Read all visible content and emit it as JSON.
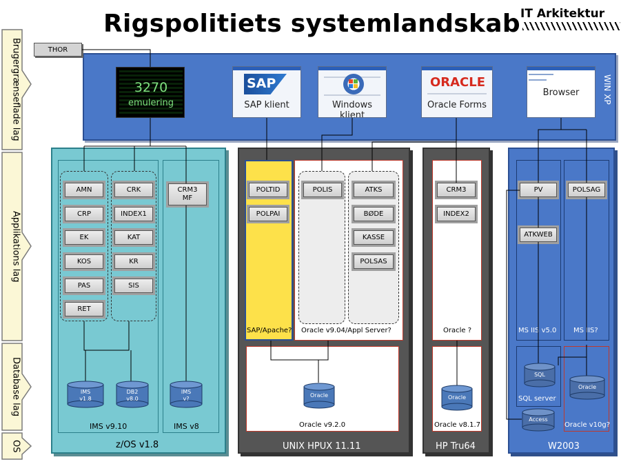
{
  "title": "Rigspolitiets systemlandskab",
  "badge": "IT Arkitektur",
  "layers": [
    "Brugergrænseflade lag",
    "Applikations lag",
    "Database lag",
    "OS"
  ],
  "thor": "THOR",
  "client_band_label": "WIN XP",
  "clients": [
    {
      "label": "3270",
      "sublabel": "emulering"
    },
    {
      "label": "SAP klient",
      "logo": "SAP"
    },
    {
      "label": "Windows klient"
    },
    {
      "label": "Oracle Forms",
      "logo": "ORACLE"
    },
    {
      "label": "Browser"
    }
  ],
  "zos": {
    "os": "z/OS v1.8",
    "ims_group": "IMS v9.10",
    "ims_v8": "IMS v8",
    "col1": [
      "AMN",
      "CRP",
      "EK",
      "KOS",
      "PAS",
      "RET"
    ],
    "col2": [
      "CRK",
      "INDEX1",
      "KAT",
      "KR",
      "SIS"
    ],
    "col3": [
      "CRM3\nMF"
    ],
    "dbs": [
      {
        "l1": "IMS",
        "l2": "v1.8"
      },
      {
        "l1": "DB2",
        "l2": "v8.0"
      },
      {
        "l1": "IMS",
        "l2": "v?"
      }
    ]
  },
  "unix": {
    "os": "UNIX HPUX 11.11",
    "sap_label": "SAP/Apache?",
    "sap_apps": [
      "POLTID",
      "POLPAI"
    ],
    "oracle_label": "Oracle v9.04/Appl Server?",
    "oracle_col1": [
      "POLIS"
    ],
    "oracle_col2": [
      "ATKS",
      "BØDE",
      "KASSE",
      "POLSAS"
    ],
    "db": "Oracle",
    "db_label": "Oracle v9.2.0"
  },
  "hp": {
    "os": "HP Tru64",
    "app_label": "Oracle ?",
    "apps": [
      "CRM3",
      "INDEX2"
    ],
    "db": "Oracle",
    "db_label": "Oracle v8.1.7"
  },
  "w2003": {
    "os": "W2003",
    "iis1_label": "MS IIS v5.0",
    "iis2_label": "MS IIS?",
    "apps1": [
      "PV",
      "ATKWEB"
    ],
    "apps2": [
      "POLSAG"
    ],
    "sql_db": "SQL",
    "sql_label": "SQL server",
    "access_db": "Access",
    "ora_db": "Oracle",
    "ora_label": "Oracle v10g?"
  },
  "colors": {
    "band": "#4a78c8",
    "zos": "#79c9d2",
    "unix": "#555555",
    "sap": "#fde14a"
  }
}
